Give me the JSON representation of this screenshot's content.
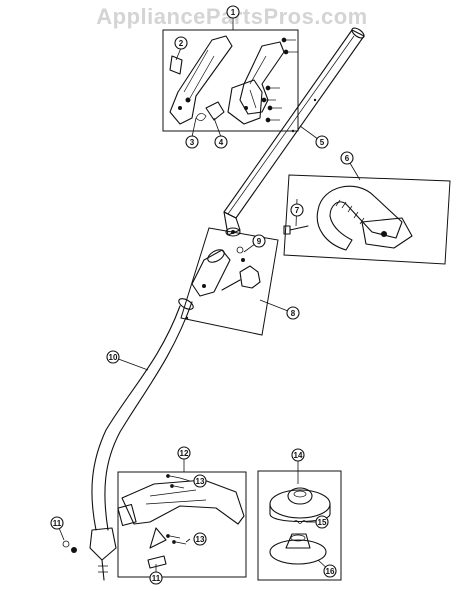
{
  "watermark": "AppliancePartsPros.com",
  "callouts": [
    "1",
    "2",
    "3",
    "4",
    "5",
    "6",
    "7",
    "8",
    "9",
    "10",
    "11",
    "11",
    "12",
    "13",
    "13",
    "14",
    "15",
    "16"
  ]
}
